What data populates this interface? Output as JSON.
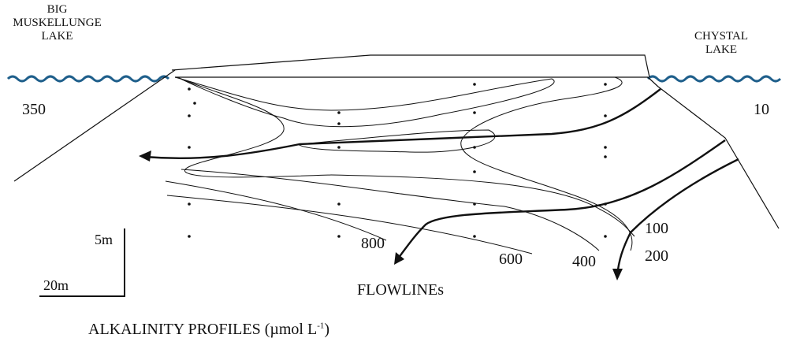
{
  "labels": {
    "left_lake": [
      "BIG",
      "MUSKELLUNGE",
      "LAKE"
    ],
    "right_lake": [
      "CHYSTAL",
      "LAKE"
    ],
    "left_value": "350",
    "right_value": "10",
    "scale_vertical": "5m",
    "scale_horizontal": "20m",
    "flowlines": "FLOWLINEs",
    "title_main": "ALKALINITY PROFILES (µmol L",
    "title_sup": "-1",
    "title_end": ")"
  },
  "contours": [
    {
      "label": "800"
    },
    {
      "label": "600"
    },
    {
      "label": "400"
    },
    {
      "label": "100"
    },
    {
      "label": "200"
    }
  ],
  "colors": {
    "line": "#111111",
    "water": "#1f5f8b"
  }
}
